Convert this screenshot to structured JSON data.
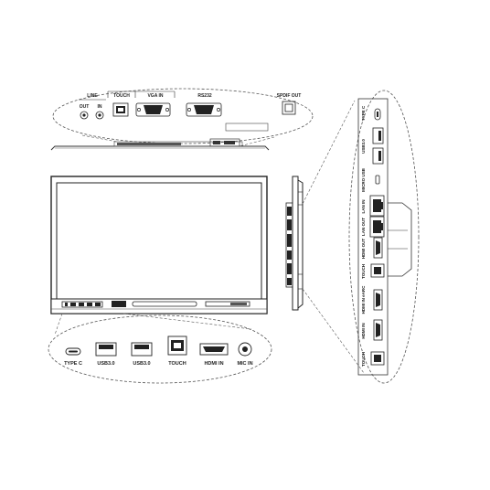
{
  "top_panel": {
    "line_label": "LINE",
    "out_label": "OUT",
    "in_label": "IN",
    "touch_label": "TOUCH",
    "vga_label": "VGA IN",
    "rs232_label": "RS232",
    "spdif_label": "SPDIF OUT"
  },
  "bottom_panel": {
    "typec_label": "TYPE C",
    "usb1_label": "USB3.0",
    "usb2_label": "USB3.0",
    "touch_label": "TOUCH",
    "hdmi_label": "HDMI IN",
    "mic_label": "MIC IN"
  },
  "side_panel": {
    "typec_label": "TYPE C",
    "usb_label": "USB3.0",
    "microusb_label": "MICRO USB",
    "lan_in_label": "LAN IN",
    "lan_out_label": "LAN OUT",
    "hdmi_out_label": "HDMI OUT",
    "touch1_label": "TOUCH",
    "hdmi_arc_label": "HDMI IN eARC",
    "hdmi_in_label": "HDMI IN",
    "touch2_label": "TOUCH"
  }
}
